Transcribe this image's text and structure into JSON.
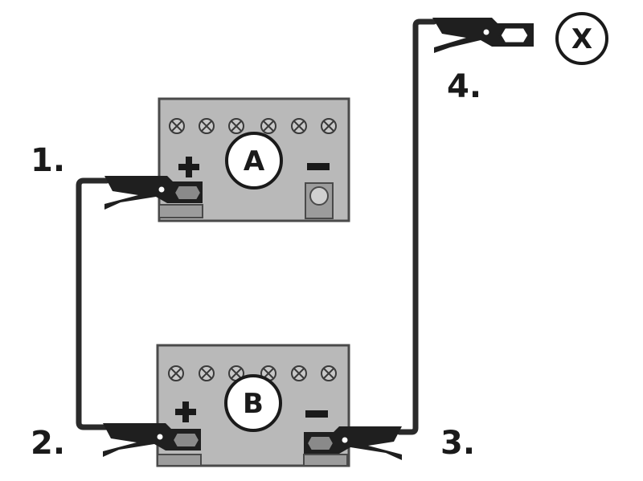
{
  "steps": {
    "one": "1.",
    "two": "2.",
    "three": "3.",
    "four": "4."
  },
  "batteries": {
    "top": {
      "label": "A"
    },
    "bottom": {
      "label": "B"
    }
  },
  "ground": {
    "label": "X"
  },
  "colors": {
    "battery_fill": "#b9b9b9",
    "battery_stroke": "#4a4a4a",
    "cable": "#2a2a2a",
    "clamp": "#1f1f1f",
    "text": "#1a1a1a"
  }
}
